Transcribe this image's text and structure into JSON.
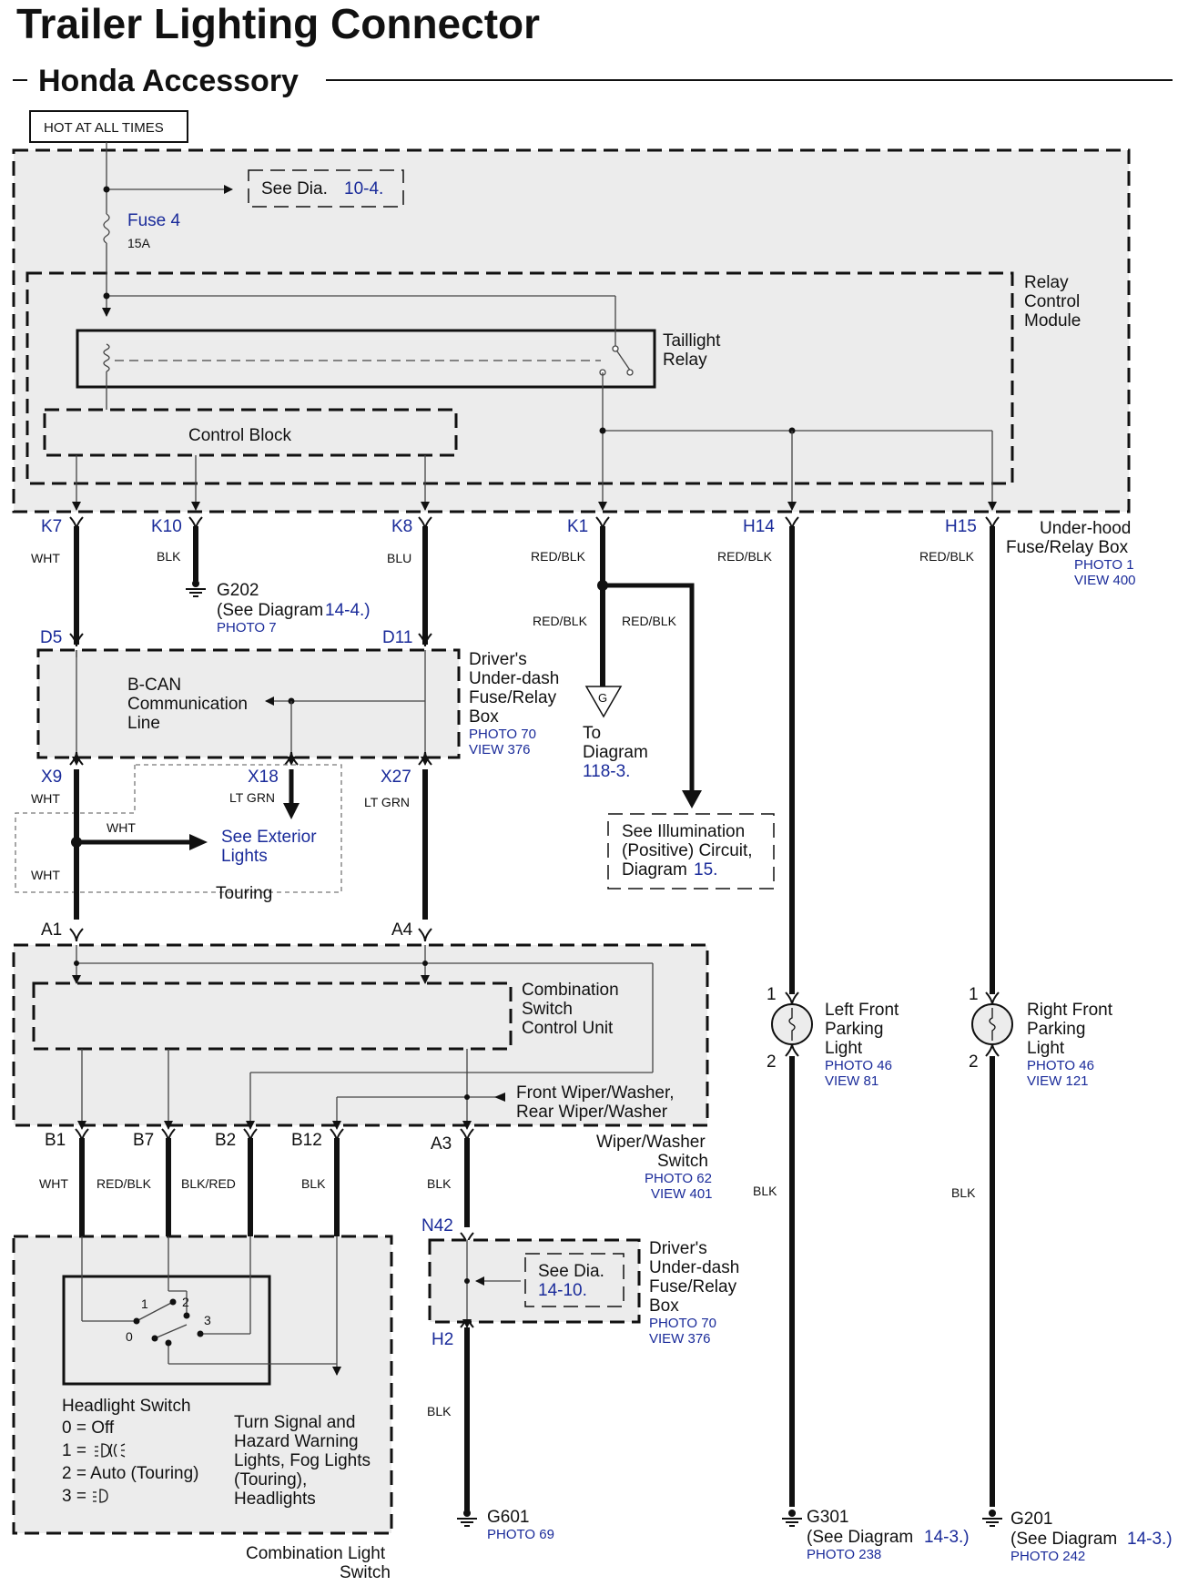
{
  "title": "Trailer Lighting Connector",
  "subtitle": "Honda Accessory",
  "hot_label": "HOT AT ALL TIMES",
  "see_dia_top": {
    "text": "See Dia.",
    "ref": "10-4."
  },
  "fuse": {
    "name": "Fuse 4",
    "rating": "15A"
  },
  "relay_module": [
    "Relay",
    "Control",
    "Module"
  ],
  "taillight_relay": [
    "Taillight",
    "Relay"
  ],
  "control_block": "Control Block",
  "underhood_box": {
    "lines": [
      "Under-hood",
      "Fuse/Relay Box"
    ],
    "photo": "PHOTO 1",
    "view": "VIEW 400"
  },
  "pins_top": [
    {
      "pin": "K7",
      "wire": "WHT"
    },
    {
      "pin": "K10",
      "wire": "BLK"
    },
    {
      "pin": "K8",
      "wire": "BLU"
    },
    {
      "pin": "K1",
      "wire": "RED/BLK"
    },
    {
      "pin": "H14",
      "wire": "RED/BLK"
    },
    {
      "pin": "H15",
      "wire": "RED/BLK"
    }
  ],
  "g202": {
    "name": "G202",
    "see": "(See Diagram",
    "ref": "14-4.)",
    "photo": "PHOTO 7"
  },
  "k1_branch": {
    "wire_a": "RED/BLK",
    "wire_b": "RED/BLK",
    "g_label": "G",
    "to": "To",
    "diagram": "Diagram",
    "ref": "118-3."
  },
  "illum_box": {
    "lines": [
      "See Illumination",
      "(Positive) Circuit,"
    ],
    "diagram": "Diagram",
    "ref": "15."
  },
  "driver_box_top": {
    "d5": "D5",
    "d11": "D11",
    "lines": [
      "Driver's",
      "Under-dash",
      "Fuse/Relay",
      "Box"
    ],
    "photo": "PHOTO 70",
    "view": "VIEW 376"
  },
  "bcan": [
    "B-CAN",
    "Communication",
    "Line"
  ],
  "pins_mid": [
    {
      "pin": "X9",
      "wire": "WHT"
    },
    {
      "pin": "X18",
      "wire": "LT GRN"
    },
    {
      "pin": "X27",
      "wire": "LT GRN"
    }
  ],
  "touring": {
    "wire_a": "WHT",
    "wire_b": "WHT",
    "wire_c": "WHT",
    "see": [
      "See Exterior",
      "Lights"
    ],
    "label": "Touring"
  },
  "combo_pins": {
    "a1": "A1",
    "a4": "A4"
  },
  "combo_unit": [
    "Combination",
    "Switch",
    "Control Unit"
  ],
  "front_wiper": [
    "Front Wiper/Washer,",
    "Rear Wiper/Washer"
  ],
  "wiper_switch": {
    "lines": [
      "Wiper/Washer",
      "Switch"
    ],
    "photo": "PHOTO 62",
    "view": "VIEW 401"
  },
  "pins_bottom": [
    {
      "pin": "B1",
      "wire": "WHT"
    },
    {
      "pin": "B7",
      "wire": "RED/BLK"
    },
    {
      "pin": "B2",
      "wire": "BLK/RED"
    },
    {
      "pin": "B12",
      "wire": "BLK"
    },
    {
      "pin": "A3",
      "wire": "BLK"
    }
  ],
  "headlight_switch": {
    "title": "Headlight Switch",
    "positions": [
      "0 = Off",
      "1 = ",
      "2 = Auto (Touring)",
      "3 = "
    ],
    "contacts": [
      "1",
      "2",
      "3",
      "0"
    ]
  },
  "turn_signal": [
    "Turn Signal and",
    "Hazard Warning",
    "Lights, Fog Lights",
    "(Touring),",
    "Headlights"
  ],
  "combo_light_switch": [
    "Combination Light",
    "Switch"
  ],
  "n42_box": {
    "n42": "N42",
    "h2": "H2",
    "see": "See Dia.",
    "ref": "14-10.",
    "lines": [
      "Driver's",
      "Under-dash",
      "Fuse/Relay",
      "Box"
    ],
    "photo": "PHOTO 70",
    "view": "VIEW 376",
    "wire": "BLK"
  },
  "g601": {
    "name": "G601",
    "photo": "PHOTO 69"
  },
  "left_light": {
    "pin1": "1",
    "pin2": "2",
    "lines": [
      "Left Front",
      "Parking",
      "Light"
    ],
    "photo": "PHOTO 46",
    "view": "VIEW 81",
    "wire": "BLK"
  },
  "right_light": {
    "pin1": "1",
    "pin2": "2",
    "lines": [
      "Right Front",
      "Parking",
      "Light"
    ],
    "photo": "PHOTO 46",
    "view": "VIEW 121",
    "wire": "BLK"
  },
  "g301": {
    "name": "G301",
    "see": "(See Diagram",
    "ref": "14-3.)",
    "photo": "PHOTO 238"
  },
  "g201": {
    "name": "G201",
    "see": "(See Diagram",
    "ref": "14-3.)",
    "photo": "PHOTO 242"
  }
}
